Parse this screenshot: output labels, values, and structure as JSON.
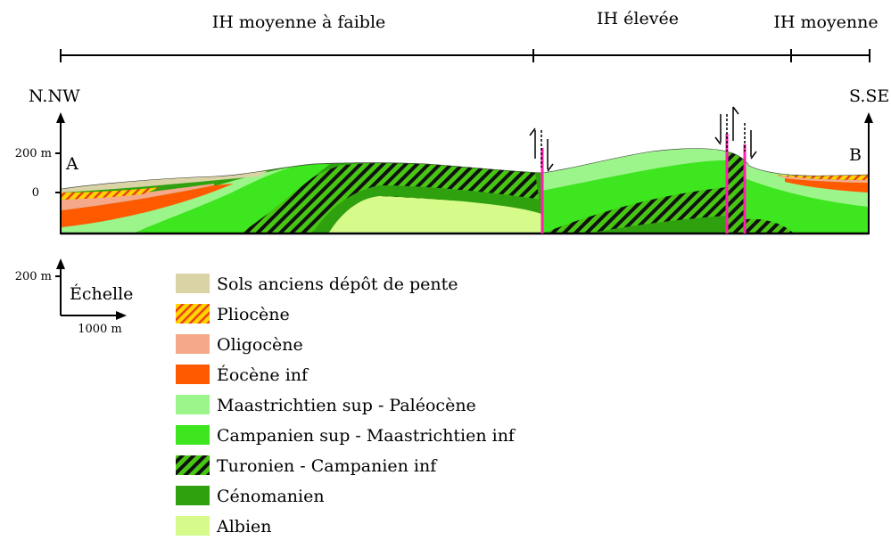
{
  "zones": [
    {
      "label": "IH moyenne à faible"
    },
    {
      "label": "IH élevée"
    },
    {
      "label": "IH moyenne"
    }
  ],
  "direction": {
    "left": "N.NW",
    "right": "S.SE"
  },
  "points": {
    "a": "A",
    "b": "B"
  },
  "axis": {
    "tick_top": "200 m",
    "tick_zero": "0"
  },
  "scale": {
    "vertical": "200 m",
    "label": "Échelle",
    "horizontal": "1000 m"
  },
  "legend": [
    {
      "label": "Sols anciens dépôt de pente",
      "color": "#d9d3a6",
      "pattern": "solid"
    },
    {
      "label": "Pliocène",
      "color": "#ffd400",
      "pattern": "hatch-red"
    },
    {
      "label": "Oligocène",
      "color": "#f6a98a",
      "pattern": "solid"
    },
    {
      "label": "Éocène inf",
      "color": "#ff5a00",
      "pattern": "solid"
    },
    {
      "label": "Maastrichtien sup - Paléocène",
      "color": "#9cf58a",
      "pattern": "solid"
    },
    {
      "label": "Campanien sup - Maastrichtien inf",
      "color": "#3de61e",
      "pattern": "solid"
    },
    {
      "label": "Turonien - Campanien inf",
      "color": "#47c714",
      "pattern": "hatch-black"
    },
    {
      "label": "Cénomanien",
      "color": "#2fa10f",
      "pattern": "solid"
    },
    {
      "label": "Albien",
      "color": "#d6fb8a",
      "pattern": "solid"
    }
  ],
  "fault_color": "#ff1fb0"
}
